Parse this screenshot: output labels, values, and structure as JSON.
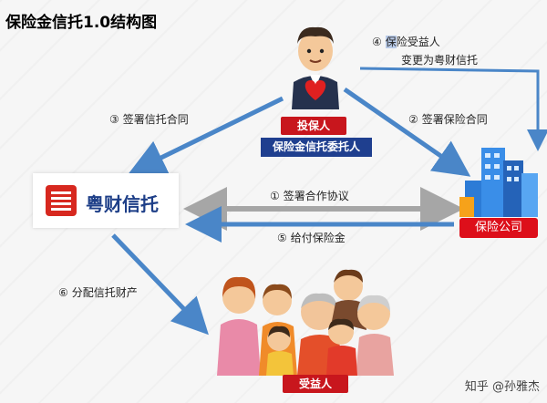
{
  "title": "保险金信托1.0结构图",
  "nodes": {
    "policyholder": "投保人",
    "settlor": "保险金信托委托人",
    "trust_company": "粤财信托",
    "insurance_company": "保险公司",
    "beneficiary": "受益人"
  },
  "steps": {
    "step1": {
      "num": "①",
      "text": "签署合作协议"
    },
    "step2": {
      "num": "②",
      "text": "签署保险合同"
    },
    "step3": {
      "num": "③",
      "text": "签署信托合同"
    },
    "step4": {
      "num": "④",
      "text_hl": "保",
      "text_rest": "险受益人",
      "text_line2": "变更为粤财信托"
    },
    "step5": {
      "num": "⑤",
      "text": "给付保险金"
    },
    "step6": {
      "num": "⑥",
      "text": "分配信托财产"
    }
  },
  "credit": "知乎 @孙雅杰",
  "colors": {
    "arrow_blue": "#4a86c8",
    "arrow_gray": "#a6a6a6",
    "tag_red": "#c8161d",
    "tag_blue": "#1f3f8f",
    "brand": "#1e3f88"
  }
}
